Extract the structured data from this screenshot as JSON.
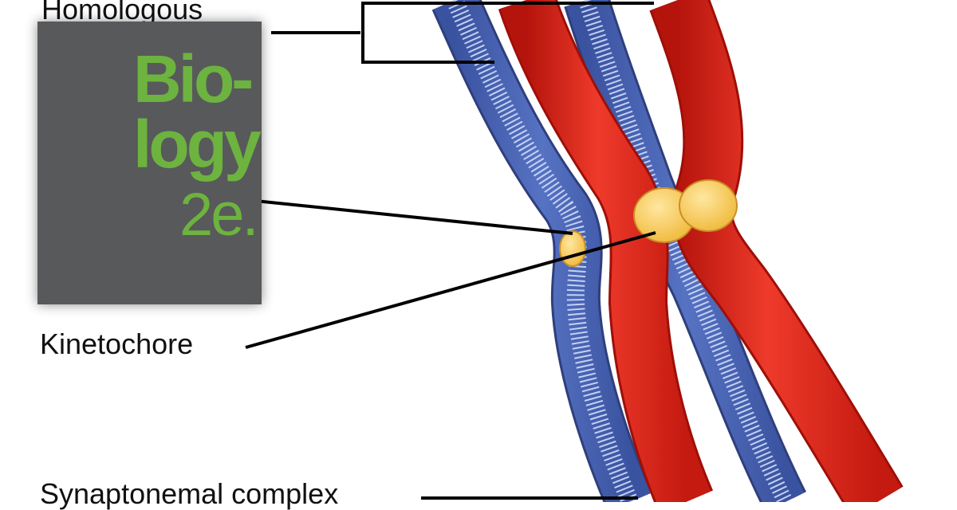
{
  "labels": {
    "homologous": "Homologous",
    "kinetochore": "Kinetochore",
    "synaptonemal_complex": "Synaptonemal complex"
  },
  "book_cover": {
    "title_line1": "Bio-",
    "title_line2": "logy",
    "edition": "2e."
  },
  "colors": {
    "chromatid_red": "#e3261c",
    "chromatid_blue": "#4a64b0",
    "kinetochore": "#f7c84a",
    "cover_background": "#58595b",
    "cover_text": "#6db33f"
  }
}
